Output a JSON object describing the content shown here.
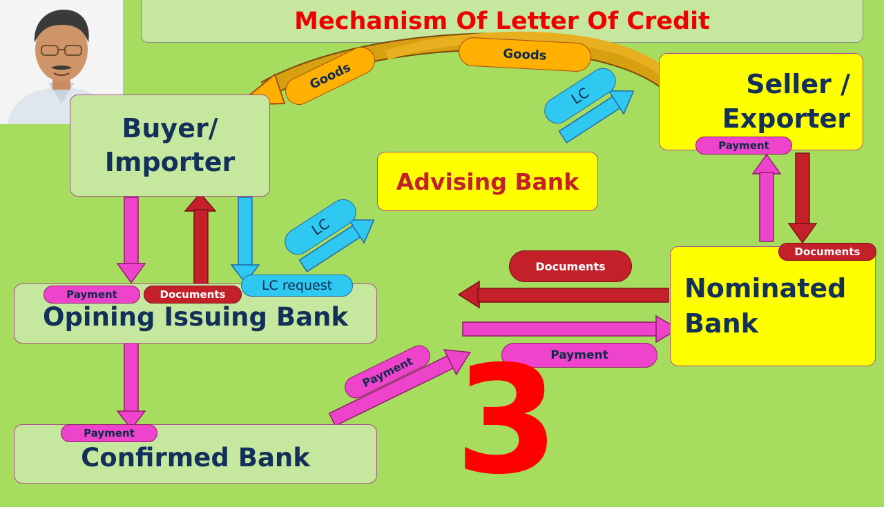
{
  "title": "Mechanism Of Letter Of Credit",
  "nodes": {
    "buyer": "Buyer/\nImporter",
    "seller": "Seller /\nExporter",
    "advising": "Advising Bank",
    "issuing": "Opining Issuing Bank",
    "nominated": "Nominated\nBank",
    "confirmed": "Confirmed Bank"
  },
  "labels": {
    "goods_left": "Goods",
    "goods_top": "Goods",
    "lc_top": "LC",
    "lc_mid": "LC",
    "lc_request": "LC request",
    "payment_seller": "Payment",
    "payment_issuing": "Payment",
    "documents_issuing": "Documents",
    "documents_mid": "Documents",
    "documents_nominated": "Documents",
    "payment_nominated": "Payment",
    "payment_diag": "Payment",
    "payment_confirmed": "Payment"
  },
  "big_number": "3",
  "colors": {
    "background": "#a7dd5e",
    "title_text": "#ee0000",
    "node_text": "#12305a",
    "pink": "#ee44cc",
    "red": "#c4202a",
    "cyan": "#2ec8f0",
    "orange": "#ffb000"
  }
}
